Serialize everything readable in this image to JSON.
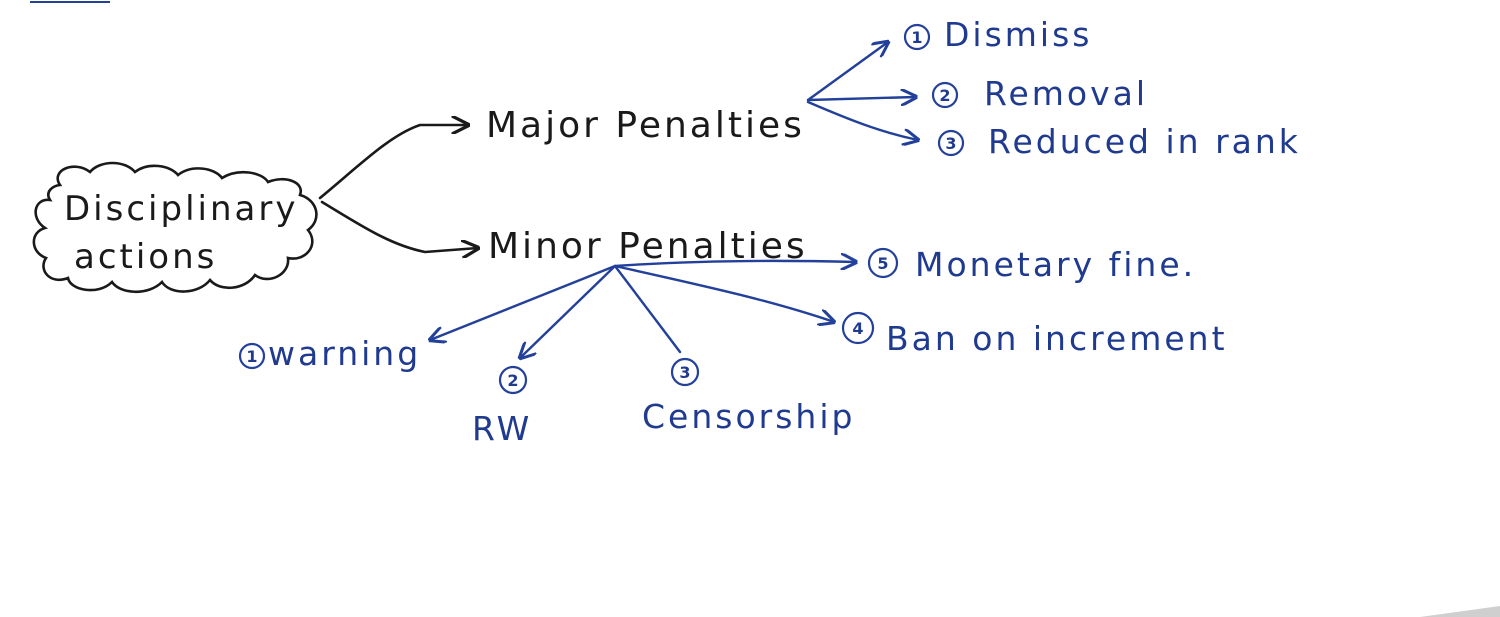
{
  "root": {
    "line1": "Disciplinary",
    "line2": "actions"
  },
  "major": {
    "label": "Major Penalties",
    "items": [
      {
        "num": "1",
        "text": "Dismiss"
      },
      {
        "num": "2",
        "text": "Removal"
      },
      {
        "num": "3",
        "text": "Reduced in rank"
      }
    ]
  },
  "minor": {
    "label": "Minor Penalties",
    "items": [
      {
        "num": "1",
        "text": "warning"
      },
      {
        "num": "2",
        "text": "RW"
      },
      {
        "num": "3",
        "text": "Censorship"
      },
      {
        "num": "4",
        "text": "Ban on increment"
      },
      {
        "num": "5",
        "text": "Monetary fine."
      }
    ]
  },
  "colors": {
    "ink_black": "#1a1a1a",
    "ink_blue": "#1f3a8f"
  }
}
